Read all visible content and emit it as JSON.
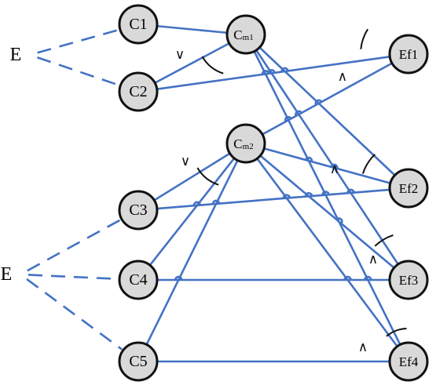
{
  "sources": [
    {
      "id": "e1",
      "label": "E"
    },
    {
      "id": "e2",
      "label": "E"
    }
  ],
  "nodes": [
    {
      "id": "C1",
      "label": "C1",
      "sub": ""
    },
    {
      "id": "C2",
      "label": "C2",
      "sub": ""
    },
    {
      "id": "C3",
      "label": "C3",
      "sub": ""
    },
    {
      "id": "C4",
      "label": "C4",
      "sub": ""
    },
    {
      "id": "C5",
      "label": "C5",
      "sub": ""
    },
    {
      "id": "Cm1",
      "label": "C",
      "sub": "m1"
    },
    {
      "id": "Cm2",
      "label": "C",
      "sub": "m2"
    },
    {
      "id": "Ef1",
      "label": "Ef1",
      "sub": ""
    },
    {
      "id": "Ef2",
      "label": "Ef2",
      "sub": ""
    },
    {
      "id": "Ef3",
      "label": "Ef3",
      "sub": ""
    },
    {
      "id": "Ef4",
      "label": "Ef4",
      "sub": ""
    }
  ],
  "dashed_edges": [
    [
      "e1",
      "C1"
    ],
    [
      "e1",
      "C2"
    ],
    [
      "e2",
      "C3"
    ],
    [
      "e2",
      "C4"
    ],
    [
      "e2",
      "C5"
    ]
  ],
  "solid_edges": [
    [
      "C1",
      "Cm1"
    ],
    [
      "C2",
      "Cm1"
    ],
    [
      "C2",
      "Ef1"
    ],
    [
      "C3",
      "Cm2"
    ],
    [
      "C3",
      "Ef2"
    ],
    [
      "C4",
      "Cm2"
    ],
    [
      "C4",
      "Ef3"
    ],
    [
      "C5",
      "Cm2"
    ],
    [
      "C5",
      "Ef4"
    ],
    [
      "Cm1",
      "Ef2"
    ],
    [
      "Cm1",
      "Ef3"
    ],
    [
      "Cm1",
      "Ef4"
    ],
    [
      "Cm2",
      "Ef1"
    ],
    [
      "Cm2",
      "Ef2"
    ],
    [
      "Cm2",
      "Ef3"
    ],
    [
      "Cm2",
      "Ef4"
    ]
  ],
  "operators": [
    {
      "at": "Cm1",
      "symbol": "∨"
    },
    {
      "at": "Cm2",
      "symbol": "∨"
    },
    {
      "at": "Ef1",
      "symbol": "∧"
    },
    {
      "at": "Ef2",
      "symbol": "∧"
    },
    {
      "at": "Ef3",
      "symbol": "∧"
    },
    {
      "at": "Ef4",
      "symbol": "∧"
    }
  ],
  "colors": {
    "edge": "#4472C4",
    "node_fill": "#D9D9D9",
    "node_stroke": "#111111"
  }
}
